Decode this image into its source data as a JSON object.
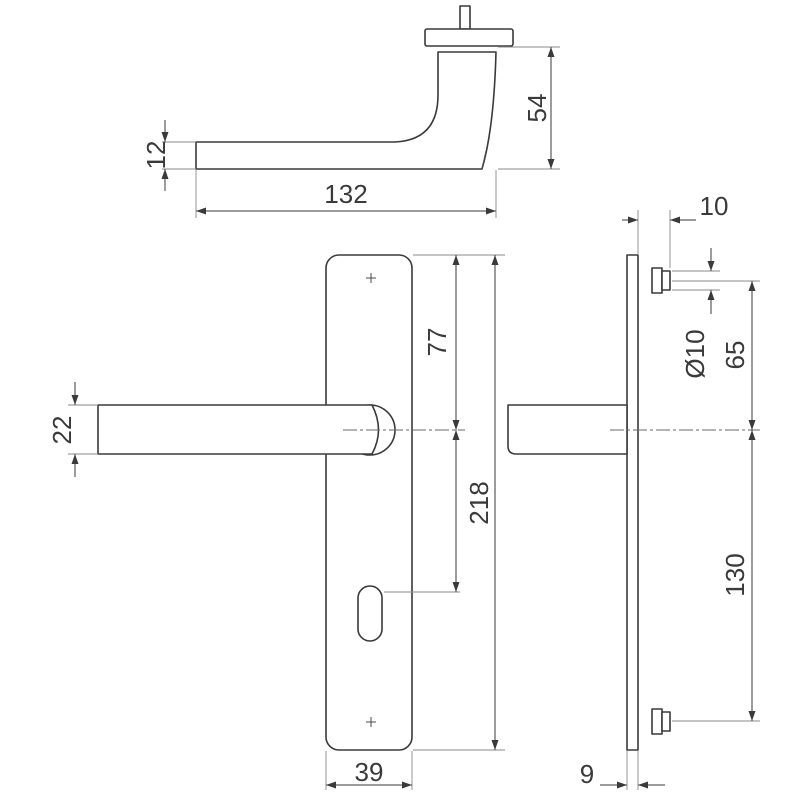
{
  "dimensions": {
    "lever_height_side": "12",
    "lever_length": "132",
    "lever_projection": "54",
    "spindle_offset": "10",
    "grip_height": "22",
    "top_to_spindle": "77",
    "plate_height": "218",
    "rose_diameter": "Ø10",
    "top_fixing_to_spindle": "65",
    "spindle_to_bottom_fixing": "130",
    "plate_width": "39",
    "plate_thickness": "9"
  }
}
